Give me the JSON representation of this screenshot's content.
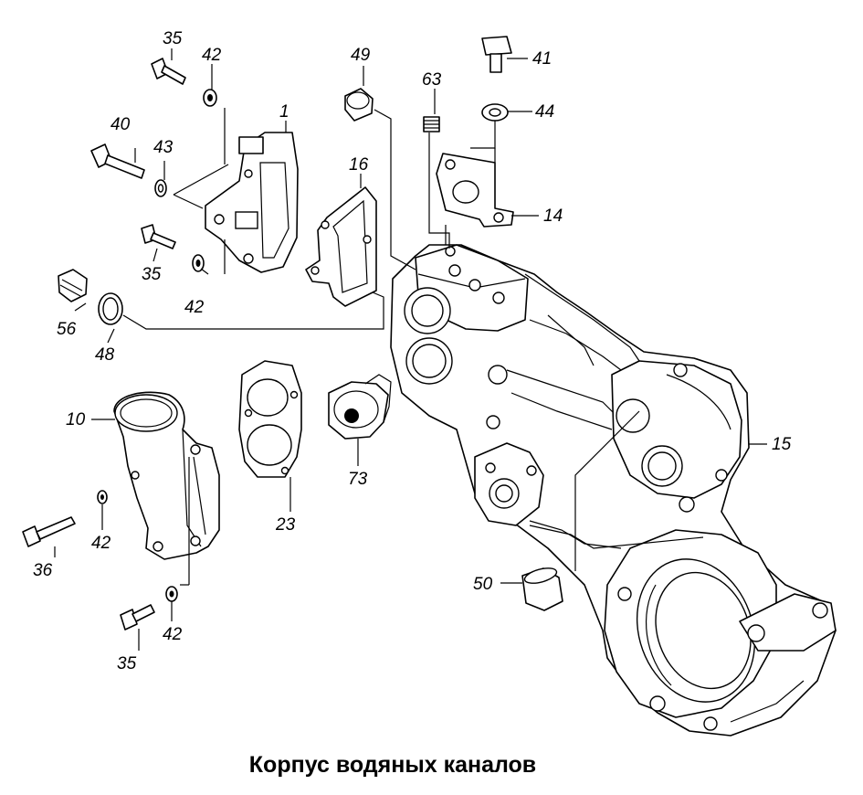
{
  "caption": "Корпус водяных каналов",
  "callouts": {
    "p35a": "35",
    "p42a": "42",
    "p1": "1",
    "p40": "40",
    "p43": "43",
    "p35b": "35",
    "p42b": "42",
    "p56": "56",
    "p48": "48",
    "p49": "49",
    "p16": "16",
    "p63": "63",
    "p41": "41",
    "p44": "44",
    "p14": "14",
    "p15": "15",
    "p10": "10",
    "p23": "23",
    "p73": "73",
    "p42c": "42",
    "p36": "36",
    "p42d": "42",
    "p35c": "35",
    "p50": "50"
  }
}
